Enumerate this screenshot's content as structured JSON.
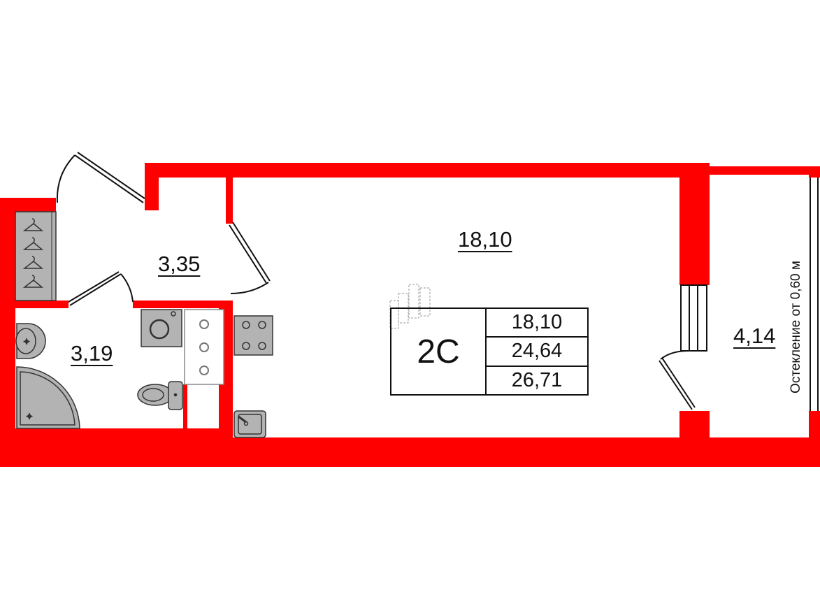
{
  "plan": {
    "apartment_code": "2C",
    "rooms": {
      "living": {
        "area": "18,10"
      },
      "hall": {
        "area": "3,35"
      },
      "bathroom": {
        "area": "3,19"
      },
      "balcony": {
        "area": "4,14"
      }
    },
    "summary": {
      "living_area": "18,10",
      "total_area": "24,64",
      "total_with_balcony": "26,71"
    },
    "balcony_note": "Остекление от 0,60 м",
    "colors": {
      "wall": "#ff0000",
      "fixture": "#b3b3b3",
      "line": "#111111"
    },
    "fixtures": [
      "wardrobe-icon",
      "washbasin-icon",
      "shower-icon",
      "washing-machine-icon",
      "toilet-icon",
      "stove-icon",
      "kitchen-sink-icon",
      "shaft-icon"
    ]
  }
}
